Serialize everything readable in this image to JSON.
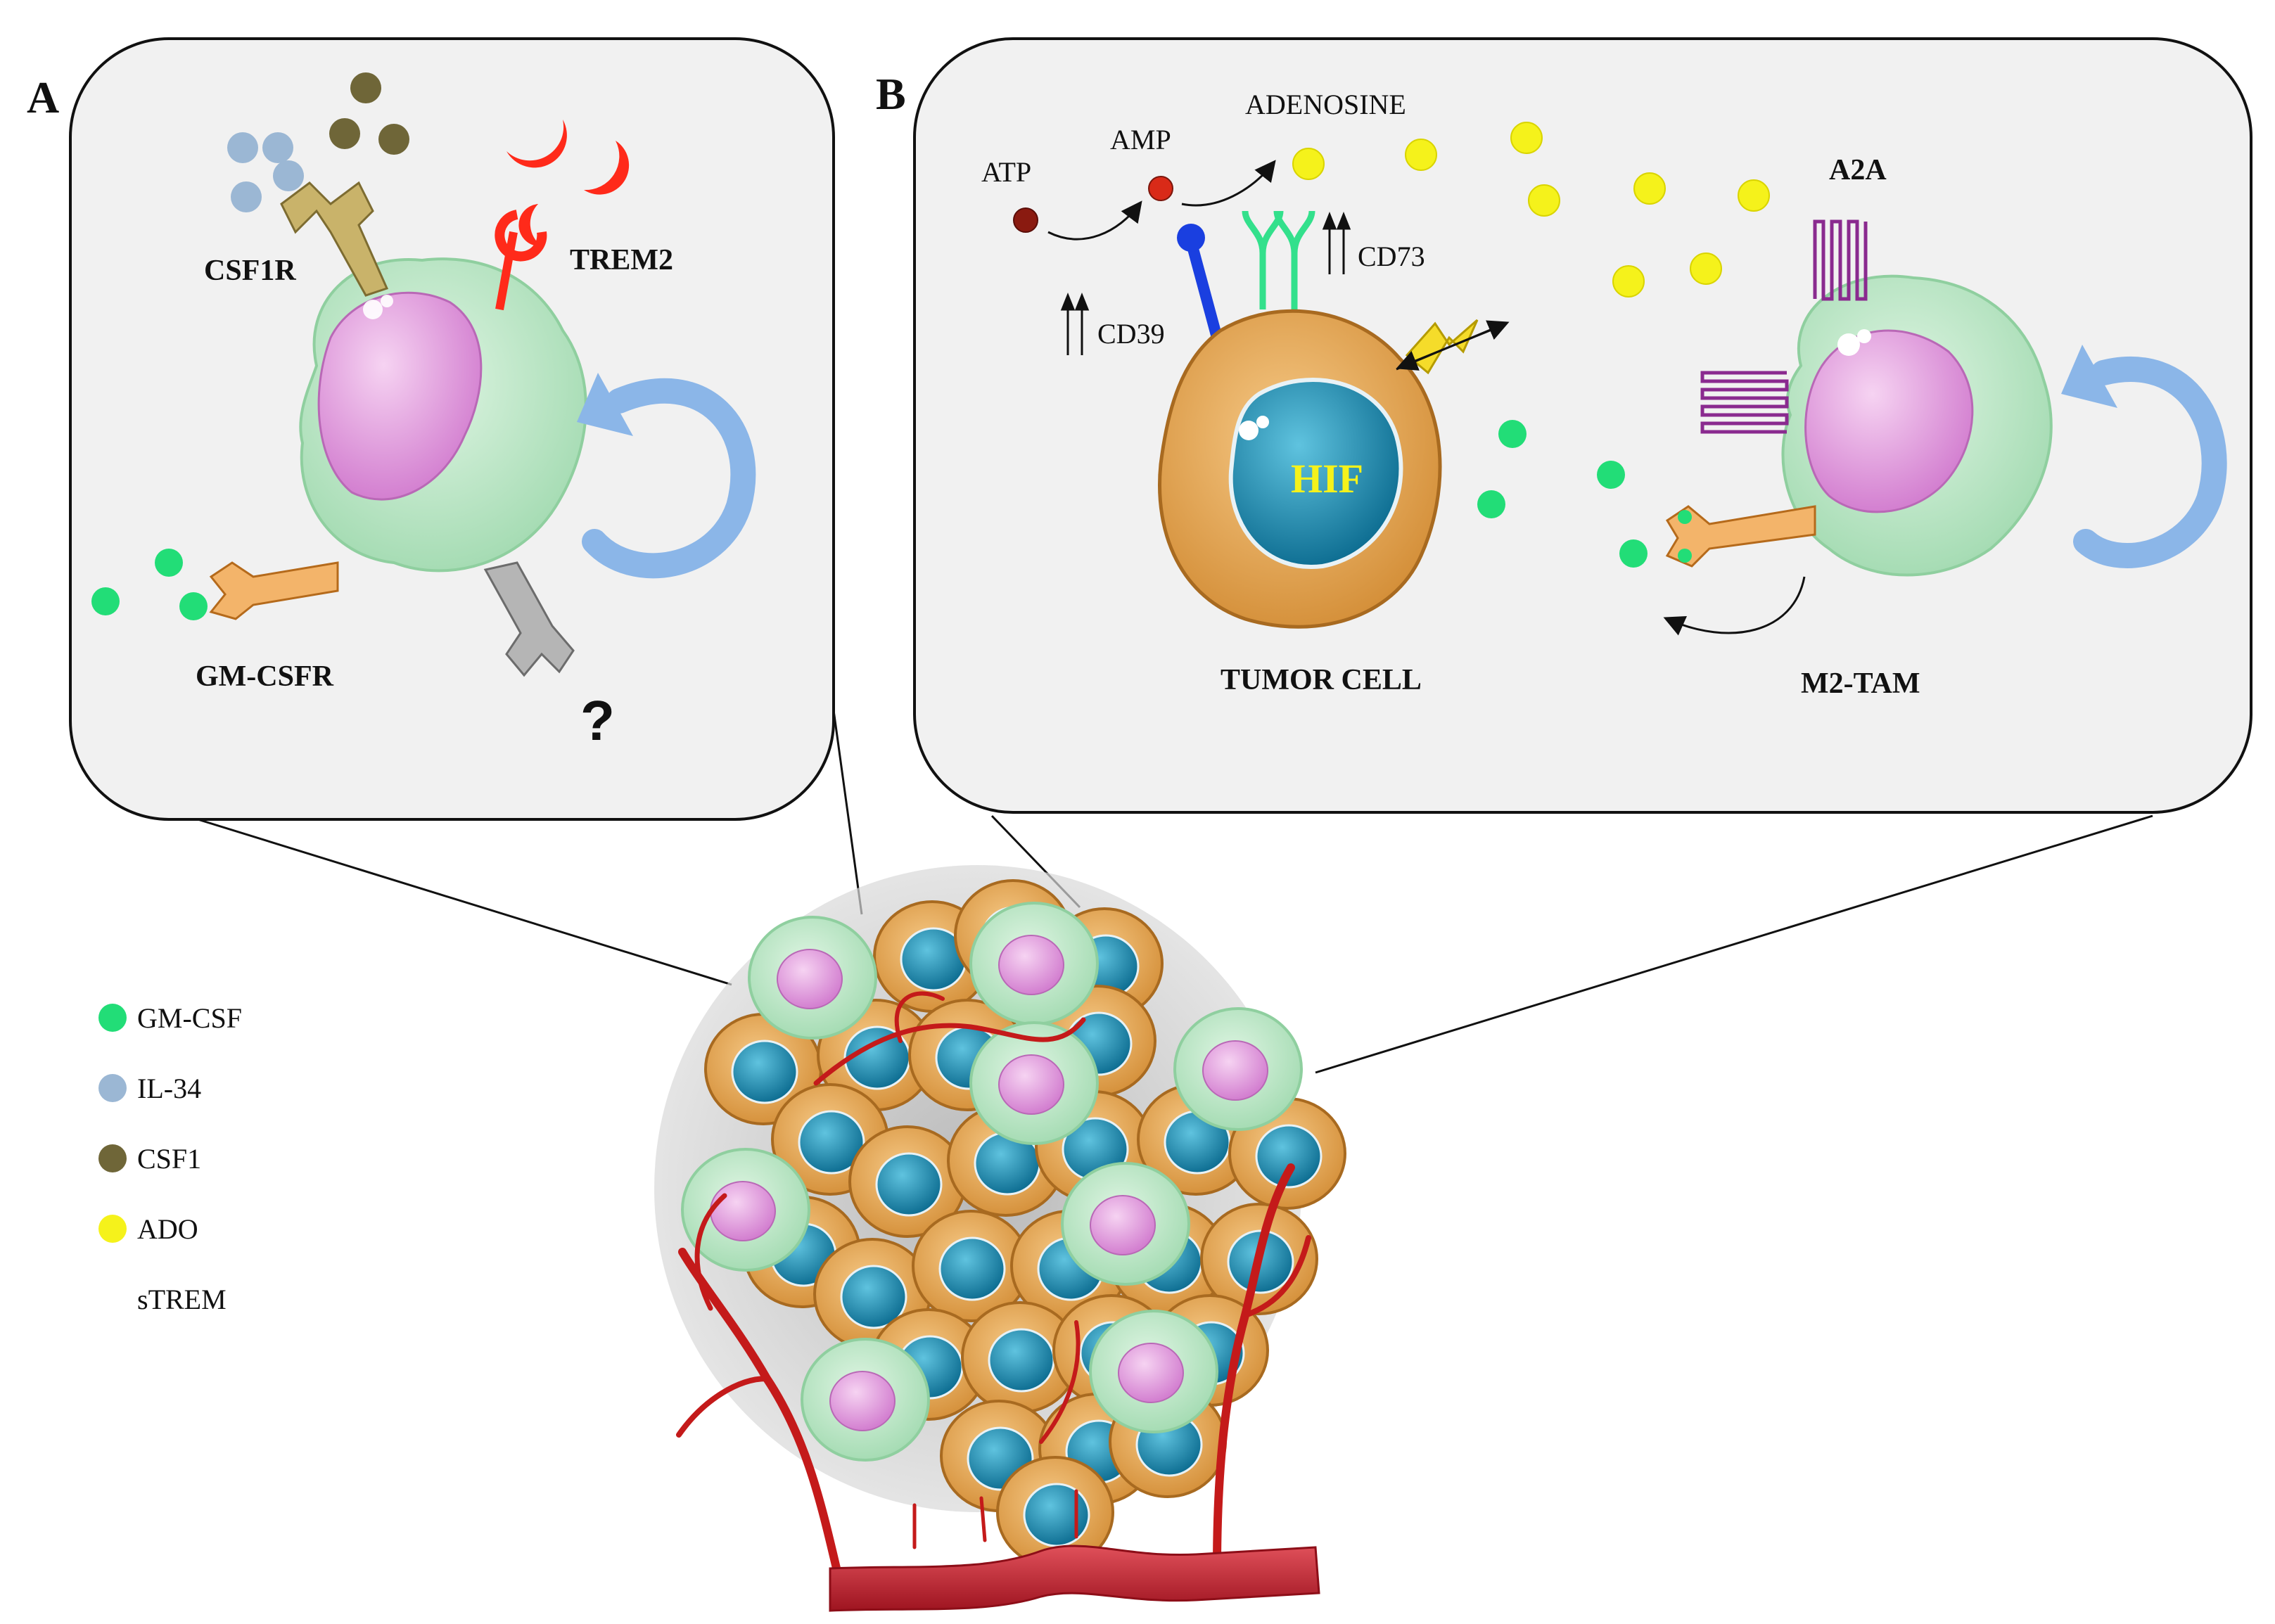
{
  "panel_a": {
    "letter": "A",
    "labels": {
      "csf1r": "CSF1R",
      "trem2": "TREM2",
      "gmcsfr": "GM-CSFR",
      "unknown": "?"
    }
  },
  "panel_b": {
    "letter": "B",
    "labels": {
      "atp": "ATP",
      "amp": "AMP",
      "adenosine": "ADENOSINE",
      "cd39": "CD39",
      "cd73": "CD73",
      "hif": "HIF",
      "tumor_cell": "TUMOR CELL",
      "a2a": "A2A",
      "m2_tam": "M2-TAM"
    }
  },
  "legend": [
    {
      "label": "GM-CSF",
      "color": "#22dd77",
      "shape": "dot"
    },
    {
      "label": "IL-34",
      "color": "#9bb7d4",
      "shape": "dot"
    },
    {
      "label": "CSF1",
      "color": "#6f6638",
      "shape": "dot"
    },
    {
      "label": "ADO",
      "color": "#f5f21b",
      "shape": "dot"
    },
    {
      "label": "sTREM",
      "color": "#ff2a1a",
      "shape": "crescent"
    }
  ],
  "colors": {
    "macrophage": "#b8e6c3",
    "macrophage_nucleus": "#e7a6e3",
    "tumor_cell": "#e8a957",
    "tumor_nucleus": "#1f8fb0",
    "panel_bg": "#f1f1f1",
    "vessel": "#c41a1a",
    "cd39": "#1a3fe0",
    "cd73": "#33e08c",
    "a2a": "#8a2a8f",
    "arrow_cycle": "#8bb6e8"
  }
}
